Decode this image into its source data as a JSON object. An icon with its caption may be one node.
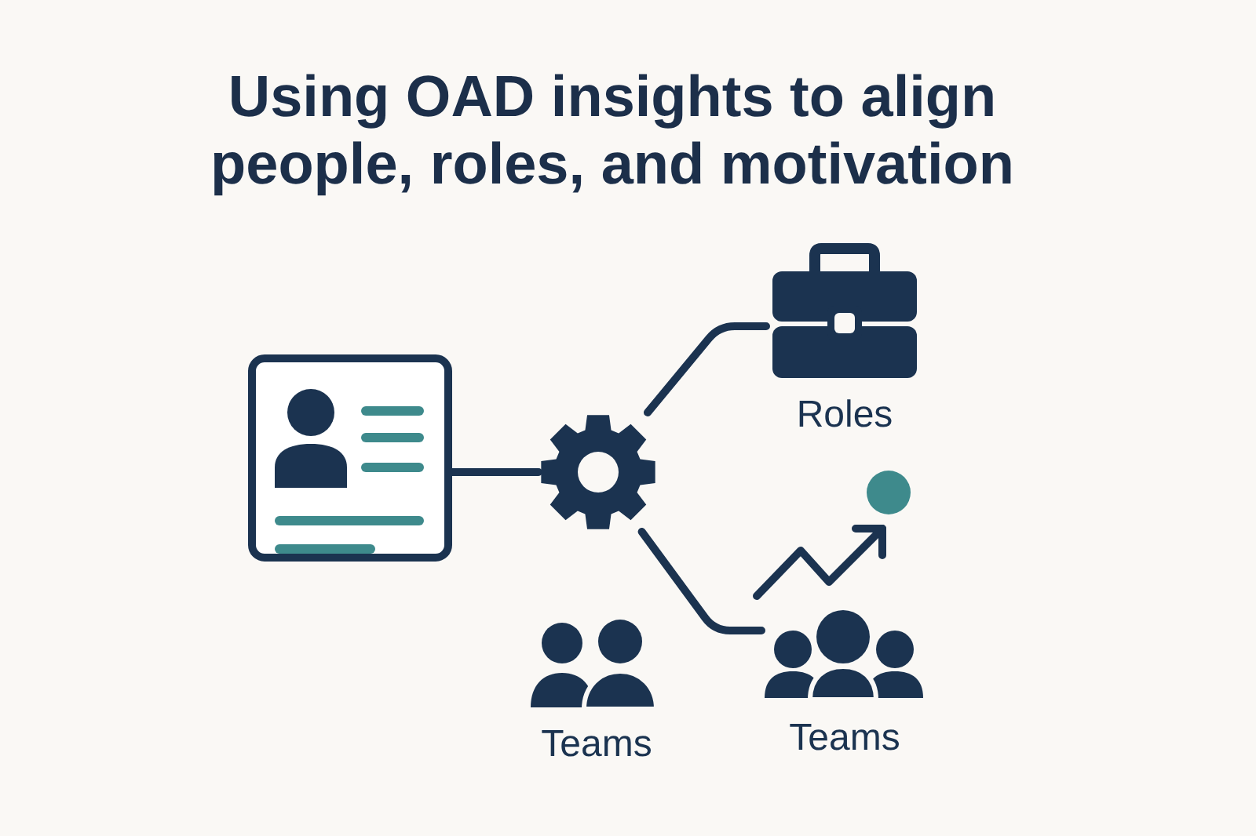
{
  "diagram": {
    "title": "Using OAD insights to align people, roles, and motivation",
    "nodes": [
      {
        "text": [],
        "shape": "picture"
      },
      {
        "text": [],
        "shape": "picture"
      },
      {
        "text": [
          "Roles"
        ]
      },
      {
        "text": [
          "Teams"
        ]
      }
    ],
    "edges": [
      {
        "from": 0,
        "to": 1,
        "arrow": "none"
      },
      {
        "from": 1,
        "to": 2,
        "arrow": "none"
      },
      {
        "from": 1,
        "to": 3,
        "arrow": "none"
      }
    ],
    "labels": [
      "Teams"
    ]
  }
}
